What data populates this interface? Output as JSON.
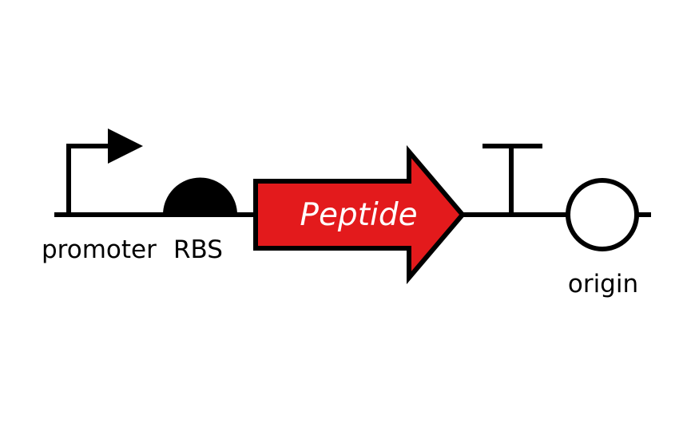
{
  "colors": {
    "background": "#ffffff",
    "stroke": "#000000",
    "cds_fill": "#e31a1c",
    "cds_text": "#ffffff"
  },
  "parts": {
    "promoter": {
      "label": "promoter",
      "icon": "promoter-arrow-icon"
    },
    "rbs": {
      "label": "RBS",
      "icon": "rbs-semicircle-icon"
    },
    "cds": {
      "label": "Peptide",
      "icon": "cds-arrow-icon"
    },
    "terminator": {
      "label": "",
      "icon": "terminator-t-icon"
    },
    "origin": {
      "label": "origin",
      "icon": "origin-circle-icon"
    }
  }
}
